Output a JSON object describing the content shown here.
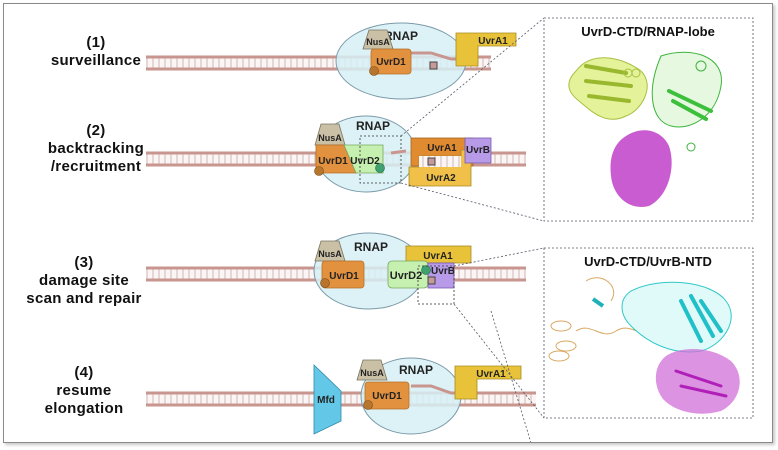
{
  "stages": [
    {
      "number": "(1)",
      "lines": [
        "surveillance"
      ]
    },
    {
      "number": "(2)",
      "lines": [
        "backtracking",
        "/recruitment"
      ]
    },
    {
      "number": "(3)",
      "lines": [
        "damage site",
        "scan and repair"
      ]
    },
    {
      "number": "(4)",
      "lines": [
        "resume",
        "elongation"
      ]
    }
  ],
  "proteins": {
    "rnap": "RNAP",
    "nusa": "NusA",
    "uvrd1": "UvrD1",
    "uvrd2": "UvrD2",
    "uvra1": "UvrA1",
    "uvra2": "UvrA2",
    "uvrb": "UvrB",
    "mfd": "Mfd"
  },
  "panels": [
    {
      "title": "UvrD-CTD/RNAP-lobe"
    },
    {
      "title": "UvrD-CTD/UvrB-NTD"
    }
  ],
  "colors": {
    "dna": "#c9958f",
    "rnap": "#d6f0f6",
    "nusa": "#c9c0a6",
    "uvrd1": "#e2913f",
    "uvrd2": "#c6f0b0",
    "uvra1": "#e8c33a",
    "uvra1_dark": "#e08b30",
    "uvra2": "#f0c048",
    "uvrb": "#b79ae8",
    "mfd": "#63c8e8",
    "lesion": "#c79a9a"
  }
}
